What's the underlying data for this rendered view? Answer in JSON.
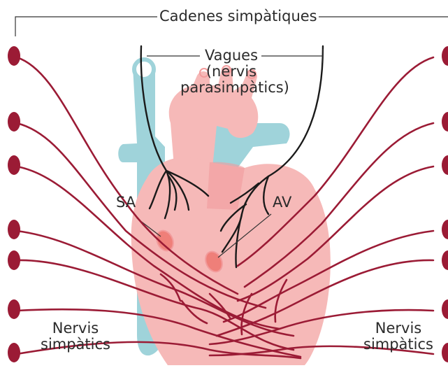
{
  "labels": {
    "sympathetic_chains": "Cadenes simpàtiques",
    "vagus": {
      "line1": "Vagues",
      "line2": "(nervis",
      "line3": "parasimpàtics)"
    },
    "sa_node": "SA",
    "av_node": "AV",
    "left_nerves": {
      "line1": "Nervis",
      "line2": "simpàtics"
    },
    "right_nerves": {
      "line1": "Nervis",
      "line2": "simpàtics"
    }
  },
  "colors": {
    "heart_body": "#f6b9b8",
    "heart_dark": "#f29b9c",
    "vessel_blue": "#9fd3da",
    "nerve_red": "#9b1b35",
    "ganglion": "#9b1b35",
    "node_fill": "#ef7f79",
    "vagus_line": "#1a1a1a"
  }
}
